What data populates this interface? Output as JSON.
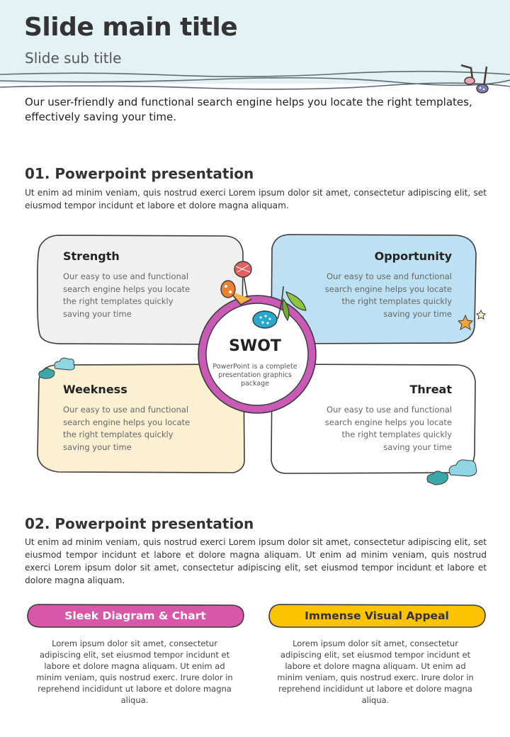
{
  "header": {
    "title": "Slide main title",
    "subtitle": "Slide sub title",
    "band_color": "#e3f2f4"
  },
  "intro": "Our user-friendly and functional search engine helps you locate the right templates, effectively saving your time.",
  "section1": {
    "heading": "01. Powerpoint presentation",
    "body": "Ut enim ad minim veniam, quis nostrud exerci  Lorem ipsum dolor sit amet, consectetur adipiscing elit, set eiusmod tempor incidunt et labore et dolore magna aliquam."
  },
  "swot": {
    "center_title": "SWOT",
    "center_desc": "PowerPoint is a complete presentation graphics package",
    "quadrants": [
      {
        "title": "Strength",
        "text": "Our easy to use and functional search engine helps you locate the right templates quickly saving your time",
        "color": "#f0f0f0"
      },
      {
        "title": "Opportunity",
        "text": "Our easy to use and functional search engine helps you locate the right templates quickly saving your time",
        "color": "#bde0f2"
      },
      {
        "title": "Weekness",
        "text": "Our easy to use and functional search engine helps you locate the right templates quickly saving your time",
        "color": "#fcf0d2"
      },
      {
        "title": "Threat",
        "text": "Our easy to use and functional search engine helps you locate the right templates quickly saving your time",
        "color": "#ffffff"
      }
    ],
    "ring_color": "#c95ab5"
  },
  "section2": {
    "heading": "02. Powerpoint presentation",
    "body": "Ut enim ad minim veniam, quis nostrud exerci  Lorem ipsum dolor sit amet, consectetur adipiscing elit, set eiusmod tempor incidunt et labore et dolore magna aliquam. Ut enim ad minim veniam, quis nostrud exerci  Lorem ipsum dolor sit amet, consectetur adipiscing elit, set eiusmod tempor incidunt et labore et dolore magna aliquam."
  },
  "features": [
    {
      "label": "Sleek Diagram & Chart",
      "color": "#d957a8",
      "text": "Lorem ipsum dolor sit amet, consectetur adipiscing elit, set eiusmod tempor incidunt et labore et dolore magna aliquam. Ut enim ad minim veniam, quis nostrud exerc. Irure dolor in reprehend incididunt ut labore et dolore magna aliqua."
    },
    {
      "label": "Immense Visual Appeal",
      "color": "#fcc400",
      "text": "Lorem ipsum dolor sit amet, consectetur adipiscing elit, set eiusmod tempor incidunt et labore et dolore magna aliquam. Ut enim ad minim veniam, quis nostrud exerc. Irure dolor in reprehend incididunt ut labore et dolore magna aliqua."
    }
  ]
}
